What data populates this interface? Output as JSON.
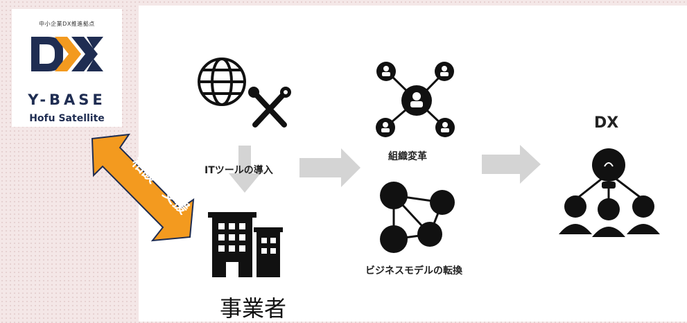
{
  "logo": {
    "tagline": "中小企業DX推進拠点",
    "name": "Y-BASE",
    "subname": "Hofu Satellite",
    "colors": {
      "navy": "#1f2d52",
      "orange": "#f39a1f"
    }
  },
  "diagram": {
    "it_label": "ITツールの導入",
    "org_label": "組織変革",
    "model_label": "ビジネスモデルの転換",
    "dx_label": "DX",
    "business_label": "事業者",
    "consult_label": "相談・支援"
  },
  "colors": {
    "arrow_gray": "#d4d4d4",
    "orange": "#f39a1f",
    "icon": "#111111"
  }
}
